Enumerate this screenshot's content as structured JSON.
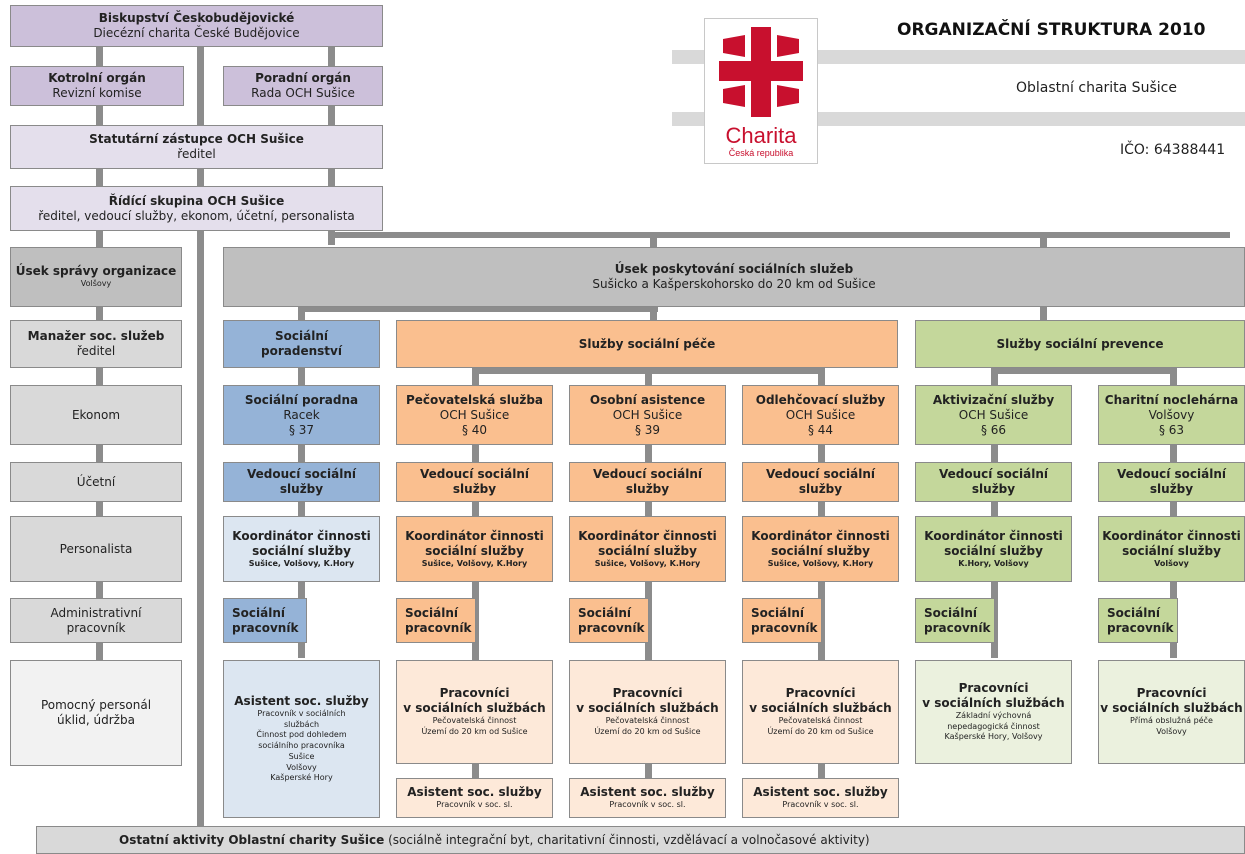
{
  "header": {
    "title": "ORGANIZAČNÍ STRUKTURA 2010",
    "subtitle": "Oblastní charita Sušice",
    "ico": "IČO: 64388441",
    "logo": {
      "word": "Charita",
      "subword": "Česká republika",
      "color": "#c8102e"
    }
  },
  "left": {
    "bishop": [
      "Biskupství Českobudějovické",
      "Diecézní charita České Budějovice"
    ],
    "control": [
      "Kotrolní orgán",
      "Revizní komise"
    ],
    "advisory": [
      "Poradní orgán",
      "Rada OCH Sušice"
    ],
    "statutory": [
      "Statutární zástupce OCH Sušice",
      "ředitel"
    ],
    "steering": [
      "Řídící skupina OCH Sušice",
      "ředitel, vedoucí služby, ekonom, účetní, personalista"
    ],
    "admin_section": [
      "Úsek správy organizace",
      "Volšovy"
    ],
    "manager": [
      "Manažer soc. služeb",
      "ředitel"
    ],
    "economist": "Ekonom",
    "accountant": "Účetní",
    "hr": "Personalista",
    "admin_worker": [
      "Administrativní",
      "pracovník"
    ],
    "support": [
      "Pomocný personál",
      "úklid, údržba"
    ]
  },
  "social_section": [
    "Úsek poskytování sociálních služeb",
    "Sušicko a Kašperskohorsko do 20 km od Sušice"
  ],
  "groups": {
    "advice": [
      "Sociální",
      "poradenství"
    ],
    "care": "Služby sociální péče",
    "prevention": "Služby sociální prevence"
  },
  "common": {
    "lead": [
      "Vedoucí sociální",
      "služby"
    ],
    "coord": [
      "Koordinátor činnosti",
      "sociální služby"
    ],
    "worker": [
      "Sociální",
      "pracovník"
    ],
    "workers": [
      "Pracovníci",
      "v sociálních službách"
    ],
    "assistant": "Asistent soc. služby",
    "assistant_sub": "Pracovník v soc. sl."
  },
  "services": [
    {
      "name": "Sociální poradna",
      "place": "Racek",
      "par": "§ 37",
      "coord_area": "Sušice, Volšovy, K.Hory"
    },
    {
      "name": "Pečovatelská služba",
      "place": "OCH Sušice",
      "par": "§ 40",
      "coord_area": "Sušice, Volšovy, K.Hory"
    },
    {
      "name": "Osobní asistence",
      "place": "OCH Sušice",
      "par": "§ 39",
      "coord_area": "Sušice, Volšovy, K.Hory"
    },
    {
      "name": "Odlehčovací služby",
      "place": "OCH Sušice",
      "par": "§ 44",
      "coord_area": "Sušice, Volšovy, K.Hory"
    },
    {
      "name": "Aktivizační služby",
      "place": "OCH Sušice",
      "par": "§ 66",
      "coord_area": "K.Hory, Volšovy"
    },
    {
      "name": "Charitní noclehárna",
      "place": "Volšovy",
      "par": "§ 63",
      "coord_area": "Volšovy"
    }
  ],
  "advice_assistant": {
    "title": "Asistent soc. služby",
    "lines": [
      "Pracovník v sociálních",
      "službách",
      "Činnost pod dohledem",
      "sociálního pracovníka",
      "Sušice",
      "Volšovy",
      "Kašperské Hory"
    ]
  },
  "care_workers_details": [
    "Pečovatelská činnost",
    "Území do 20 km od Sušice"
  ],
  "activation_details": [
    "Základní výchovná",
    "nepedagogická činnost",
    "Kašperské Hory, Volšovy"
  ],
  "shelter_details": [
    "Přímá obslužná péče",
    "Volšovy"
  ],
  "footer": {
    "bold": "Ostatní aktivity Oblastní charity Sušice",
    "rest": " (sociálně integrační byt, charitativní činnosti, vzdělávací a volnočasové aktivity)"
  }
}
